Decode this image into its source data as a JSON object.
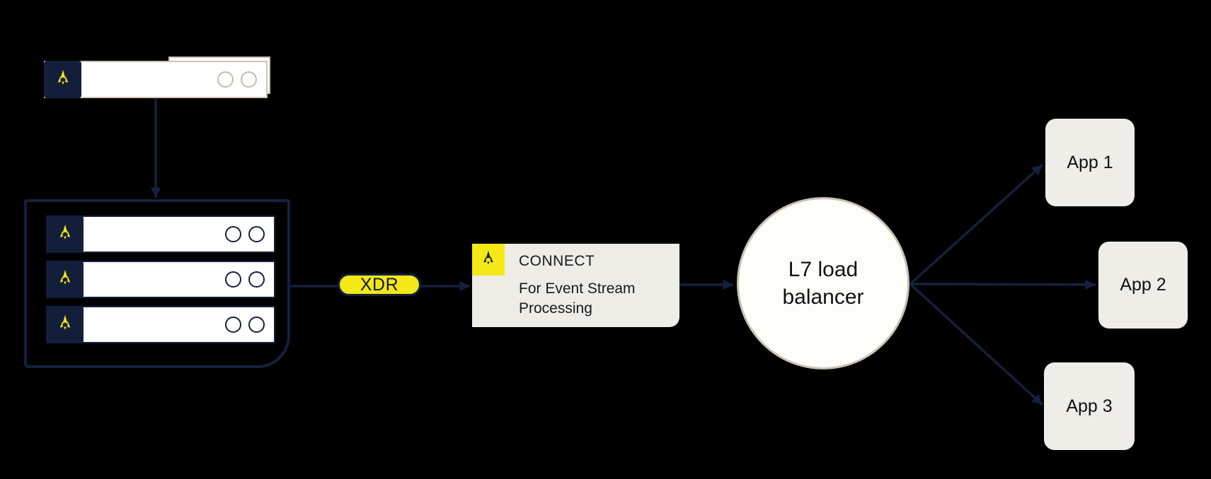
{
  "background_color": "#000000",
  "palette": {
    "navy": "#14213D",
    "yellow": "#F4E816",
    "panel_background": "#EDECE6",
    "beige_border": "#CBC4B2",
    "circle_fill": "#FDFDFA",
    "white": "#FFFFFF",
    "text_dark": "#1A1A1A"
  },
  "icons": {
    "rocket": "rocket-icon",
    "server_lights": "double-circle-outline-icon"
  },
  "nodes": {
    "standalone_server": {
      "icon": "rocket-icon",
      "lights": 2
    },
    "server_cluster": {
      "icon": "rocket-icon",
      "server_count": 3,
      "lights_per_server": 2
    },
    "connect": {
      "title": "CONNECT",
      "subtitle": "For Event Stream Processing",
      "icon": "rocket-icon"
    },
    "load_balancer": {
      "label": "L7 load balancer"
    },
    "apps": [
      {
        "label": "App 1"
      },
      {
        "label": "App 2"
      },
      {
        "label": "App 3"
      }
    ]
  },
  "edges": {
    "cluster_to_connect_label": "XDR"
  }
}
